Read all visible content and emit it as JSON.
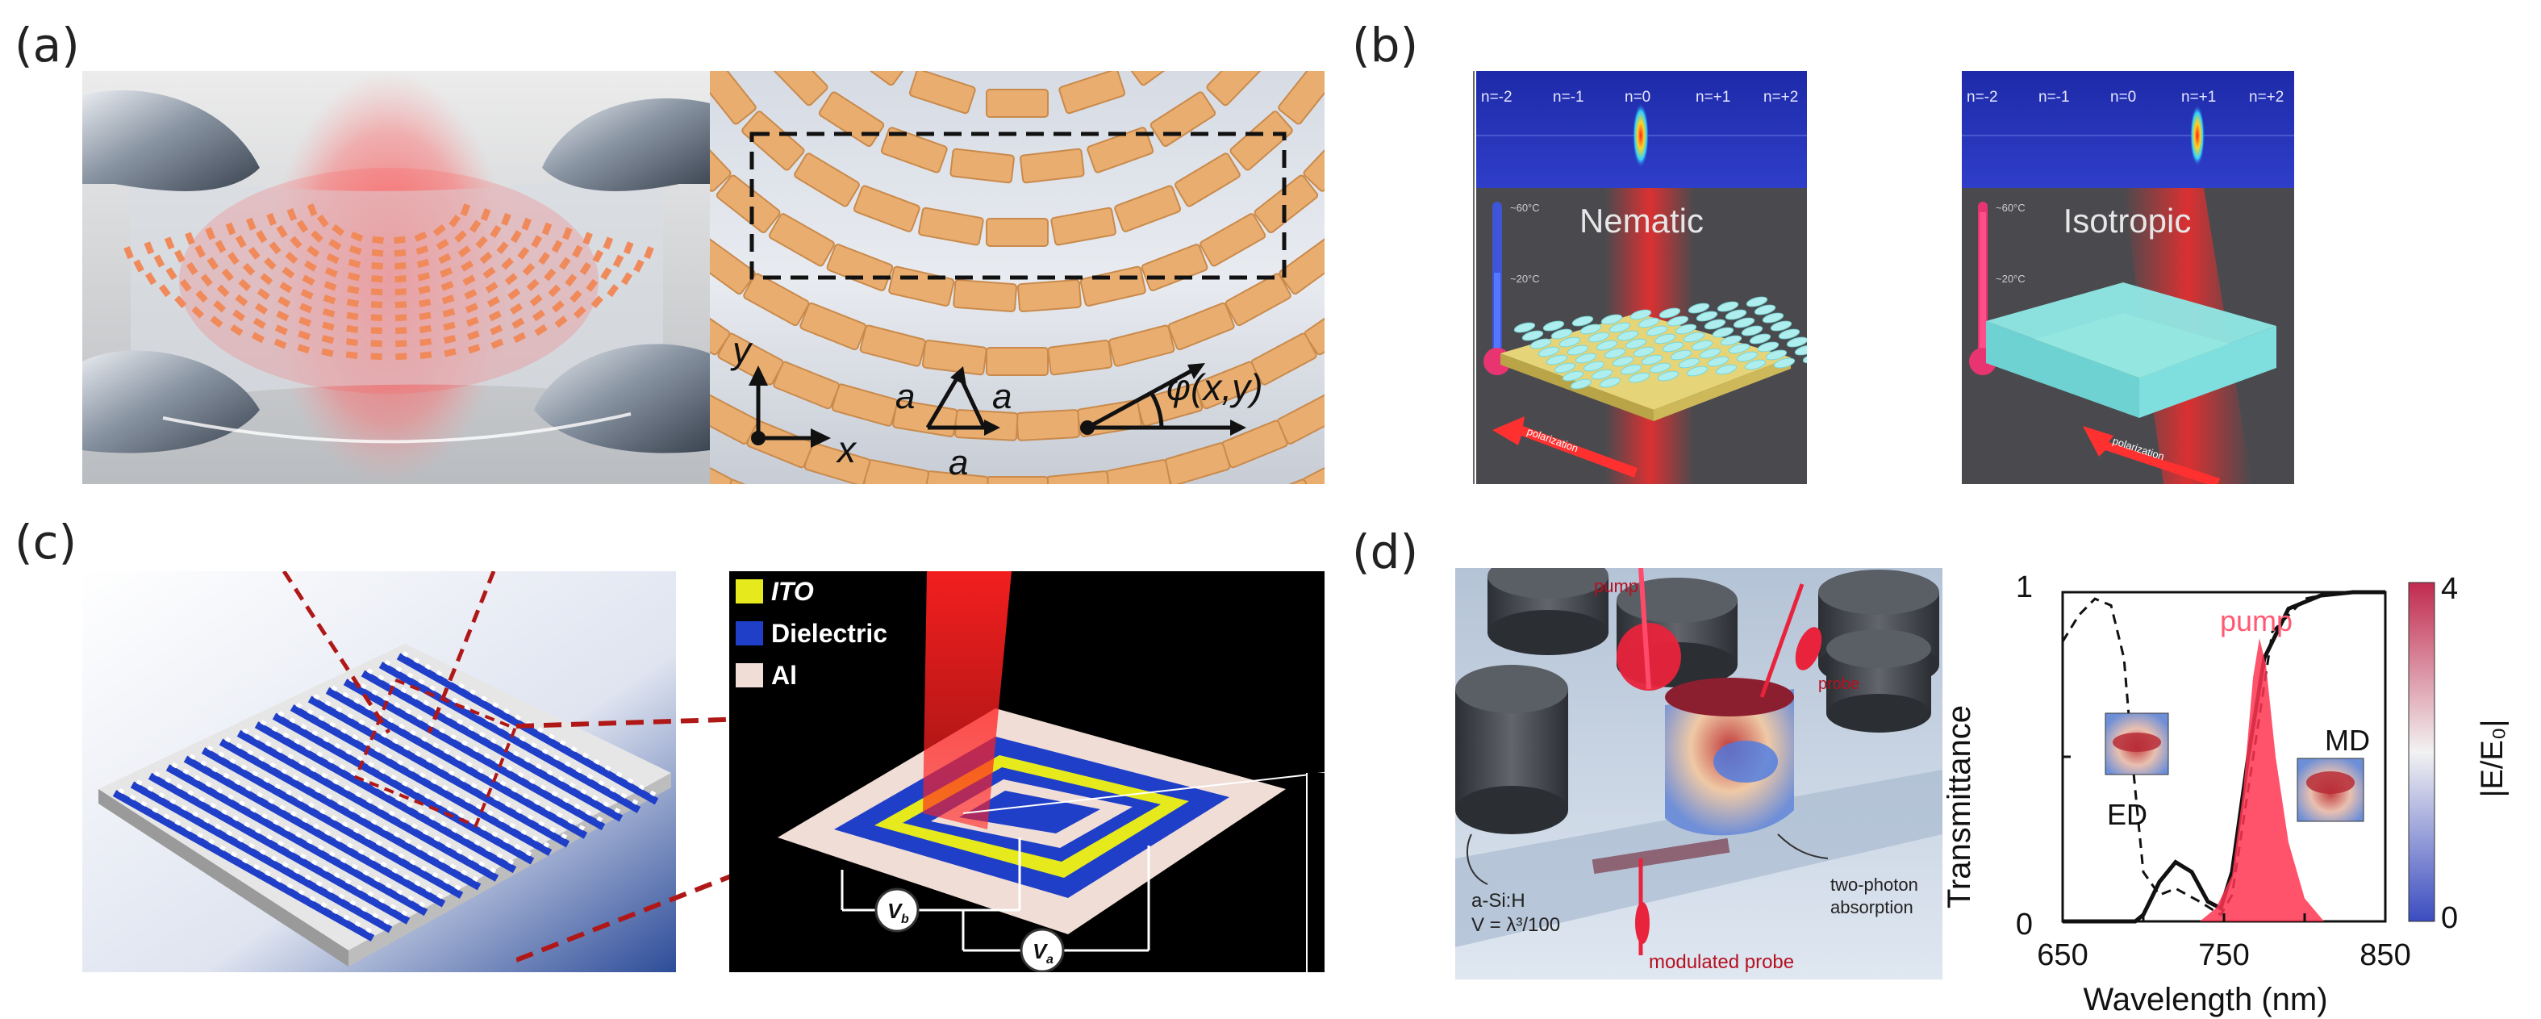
{
  "labels": {
    "a": "(a)",
    "b": "(b)",
    "c": "(c)",
    "d": "(d)"
  },
  "panel_a": {
    "axis_y": "y",
    "axis_x": "x",
    "lattice_a1": "a",
    "lattice_a2": "a",
    "lattice_a3": "a",
    "angle": "φ(x,y)"
  },
  "panel_b": {
    "orders": [
      "n=-2",
      "n=-1",
      "n=0",
      "n=+1",
      "n=+2"
    ],
    "left": {
      "state": "Nematic",
      "temp_high": "~60°C",
      "temp_low": "~20°C",
      "polarization": "polarization"
    },
    "right": {
      "state": "Isotropic",
      "temp_high": "~60°C",
      "temp_low": "~20°C",
      "polarization": "polarization"
    }
  },
  "panel_c": {
    "legend": [
      {
        "label": "ITO",
        "color": "#e6ea1c"
      },
      {
        "label": "Dielectric",
        "color": "#1f3fc8"
      },
      {
        "label": "Al",
        "color": "#f0ddd6"
      }
    ],
    "vb": "V",
    "vb_sub": "b",
    "va": "V",
    "va_sub": "a"
  },
  "panel_d": {
    "scheme": {
      "pump": "pump",
      "probe": "probe",
      "material": "a-Si:H",
      "volume": "V = λ³/100",
      "absorption_line1": "two-photon",
      "absorption_line2": "absorption",
      "modulated": "modulated probe"
    },
    "chart_labels": {
      "pump": "pump",
      "ed": "ED",
      "md": "MD"
    },
    "colorbar": {
      "max": "4",
      "min": "0",
      "label": "|E/E₀|"
    }
  },
  "chart_data": {
    "type": "line",
    "xlabel": "Wavelength (nm)",
    "ylabel": "Transmittance",
    "xlim": [
      650,
      850
    ],
    "ylim": [
      0,
      1
    ],
    "xticks": [
      "650",
      "750",
      "850"
    ],
    "yticks": [
      "0",
      "1"
    ],
    "series": [
      {
        "style": "solid",
        "x": [
          650,
          660,
          680,
          695,
          700,
          710,
          720,
          730,
          740,
          748,
          755,
          765,
          775,
          790,
          810,
          830,
          850
        ],
        "y": [
          0.0,
          0.0,
          0.0,
          0.0,
          0.02,
          0.12,
          0.18,
          0.15,
          0.06,
          0.04,
          0.15,
          0.5,
          0.8,
          0.95,
          0.99,
          1.0,
          1.0
        ]
      },
      {
        "style": "dashed",
        "x": [
          650,
          660,
          670,
          680,
          688,
          694,
          700,
          710,
          720,
          735,
          748,
          755,
          765,
          780,
          800,
          820,
          850
        ],
        "y": [
          0.85,
          0.93,
          0.98,
          0.96,
          0.8,
          0.45,
          0.15,
          0.08,
          0.1,
          0.06,
          0.02,
          0.08,
          0.4,
          0.88,
          0.98,
          1.0,
          1.0
        ]
      },
      {
        "style": "filled-pump",
        "x": [
          735,
          745,
          755,
          762,
          768,
          772,
          776,
          782,
          790,
          800,
          812
        ],
        "y": [
          0.0,
          0.04,
          0.14,
          0.4,
          0.74,
          0.86,
          0.78,
          0.5,
          0.24,
          0.07,
          0.0
        ]
      }
    ]
  }
}
